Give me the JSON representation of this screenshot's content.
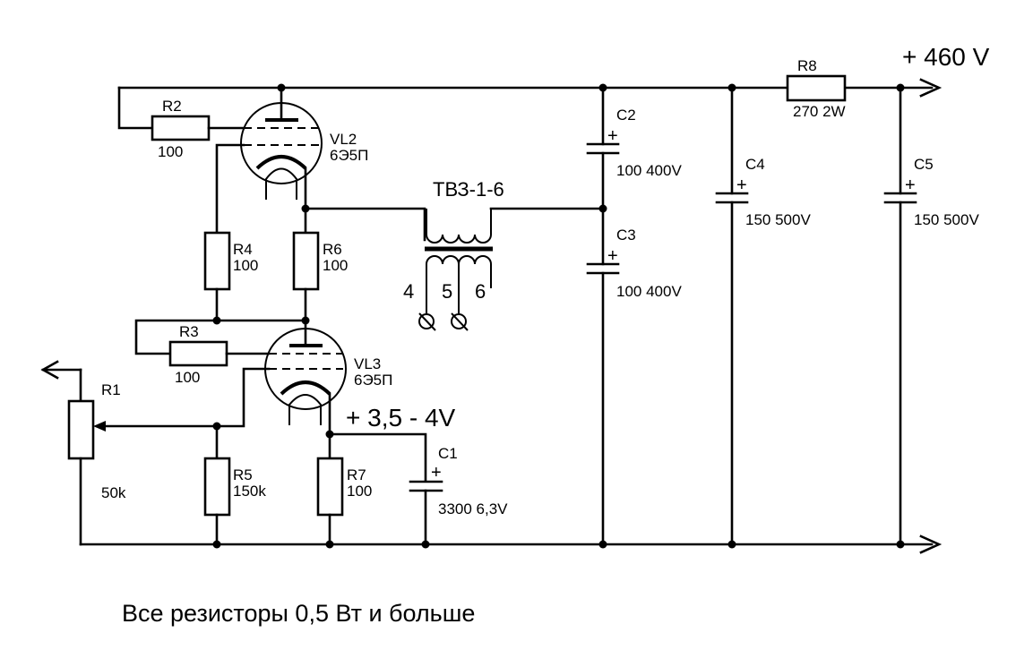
{
  "supply": {
    "label": "+ 460 V"
  },
  "bias": {
    "label": "+ 3,5 - 4V"
  },
  "note": "Все резисторы 0,5 Вт и больше",
  "tubes": [
    {
      "ref": "VL2",
      "type": "6Э5П"
    },
    {
      "ref": "VL3",
      "type": "6Э5П"
    }
  ],
  "transformer": {
    "ref": "ТВЗ-1-6",
    "pins": [
      "4",
      "5",
      "6"
    ]
  },
  "resistors": [
    {
      "ref": "R1",
      "value": "50k"
    },
    {
      "ref": "R2",
      "value": "100"
    },
    {
      "ref": "R3",
      "value": "100"
    },
    {
      "ref": "R4",
      "value": "100"
    },
    {
      "ref": "R5",
      "value": "150k"
    },
    {
      "ref": "R6",
      "value": "100"
    },
    {
      "ref": "R7",
      "value": "100"
    },
    {
      "ref": "R8",
      "value": "270 2W"
    }
  ],
  "capacitors": [
    {
      "ref": "C1",
      "value": "3300 6,3V",
      "polarity": "+"
    },
    {
      "ref": "C2",
      "value": "100 400V",
      "polarity": "+"
    },
    {
      "ref": "C3",
      "value": "100 400V",
      "polarity": "+"
    },
    {
      "ref": "C4",
      "value": "150 500V",
      "polarity": "+"
    },
    {
      "ref": "C5",
      "value": "150 500V",
      "polarity": "+"
    }
  ]
}
